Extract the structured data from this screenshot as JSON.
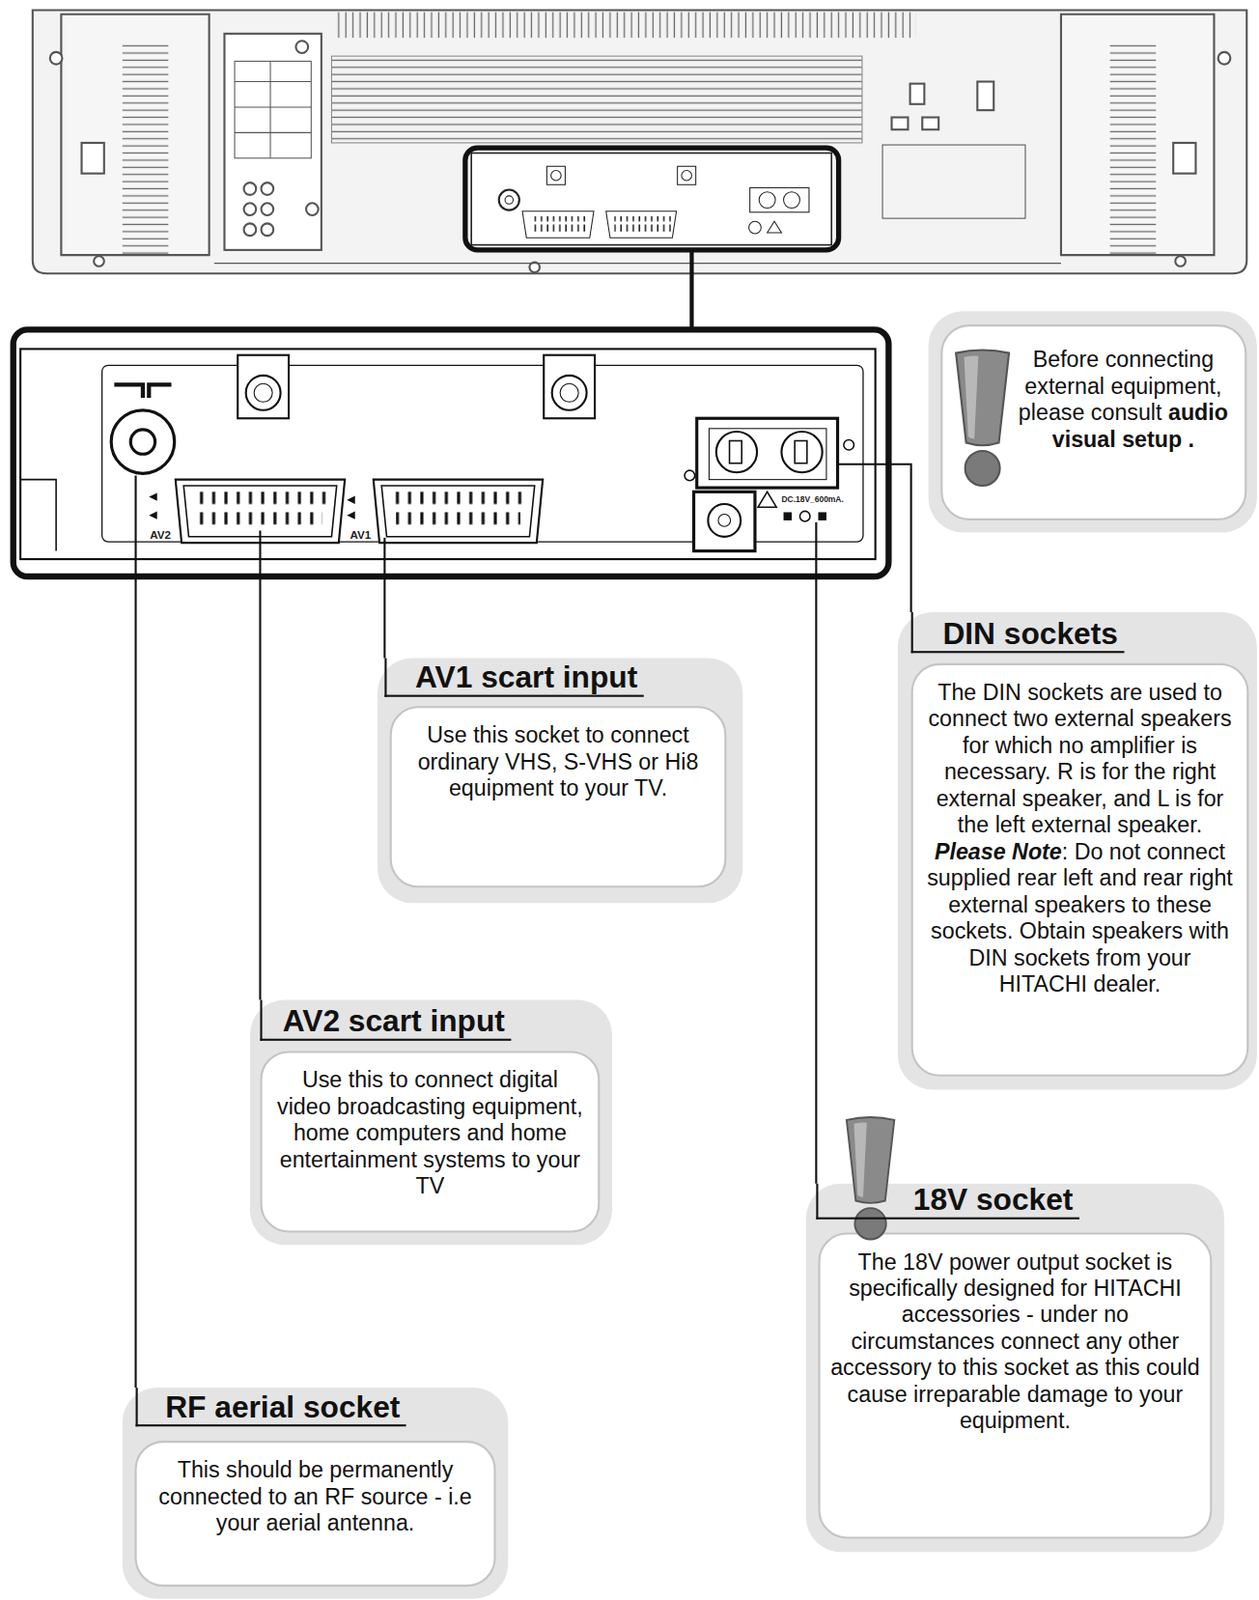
{
  "diagram": {
    "nodes": [
      {
        "text": [
          "Before connecting external equipment, please consult",
          "audio visual setup ."
        ]
      },
      {
        "text": [
          "DIN sockets",
          "The DIN sockets are used to connect two external speakers for which no amplifier is necessary. R is for the right external speaker, and L is for the left external speaker.",
          "Please Note",
          ": Do not connect supplied rear left and rear right external speakers to these sockets. Obtain speakers with DIN sockets from your HITACHI dealer."
        ]
      },
      {
        "text": [
          "AV1 scart input",
          "Use this socket to connect ordinary VHS, S-VHS or Hi8 equipment to your TV."
        ]
      },
      {
        "text": [
          "AV2 scart input",
          "Use this to connect digital video broadcasting equipment, home computers and home entertainment systems to your TV"
        ]
      },
      {
        "text": [
          "18V socket",
          "The 18V power output socket is specifically designed for HITACHI accessories - under no circumstances connect any other accessory to this socket  as this could cause irreparable damage to your equipment."
        ]
      },
      {
        "text": [
          "RF aerial socket",
          "This should be permanently connected to an RF source - i.e your aerial antenna."
        ]
      }
    ],
    "labels": [
      "AV2",
      "AV1",
      "DC.18V_600mA."
    ]
  }
}
